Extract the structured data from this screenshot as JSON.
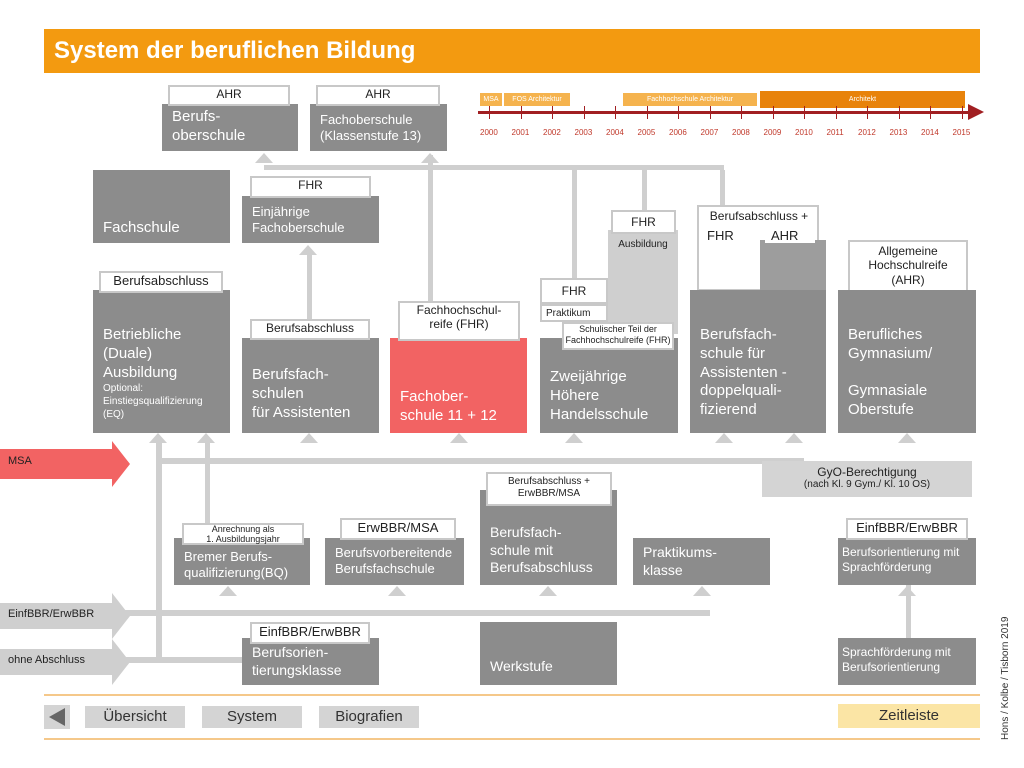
{
  "title": "System der beruflichen Bildung",
  "timeline": {
    "segments": [
      "MSA",
      "FOS Architektur",
      "Fachhochschule Architektur",
      "Architekt"
    ],
    "years": [
      "2000",
      "2001",
      "2002",
      "2003",
      "2004",
      "2005",
      "2006",
      "2007",
      "2008",
      "2009",
      "2010",
      "2011",
      "2012",
      "2013",
      "2014",
      "2015"
    ]
  },
  "boxes": {
    "berufsoberschule": "Berufs-\noberschule",
    "fachoberschule13": "Fachoberschule\n(Klassenstufe 13)",
    "fachschule": "Fachschule",
    "einjaehrige_fos": "Einjährige\nFachoberschule",
    "ausbildung": "Ausbildung",
    "praktikum": "Praktikum",
    "betriebliche_main": "Betriebliche\n(Duale)\nAusbildung",
    "betriebliche_sub": "Optional:\nEinstiegsqualifizierung\n(EQ)",
    "bfs_assistenten": "Berufsfach-\nschulen\nfür Assistenten",
    "fos1112": "Fachober-\nschule 11 + 12",
    "handelsschule": "Zweijährige\nHöhere\nHandelsschule",
    "bfs_doppel": "Berufsfach-\nschule für\nAssistenten -\ndoppelquali-\nfizierend",
    "gymnasium": "Berufliches\nGymnasium/\n\nGymnasiale\nOberstufe",
    "bremer": "Bremer Berufs-\nqualifizierung(BQ)",
    "berufsvorbereitende": "Berufsvorbereitende\nBerufsfachschule",
    "bfs_abschluss": "Berufsfach-\nschule mit\nBerufsabschluss",
    "praktikumsklasse": "Praktikums-\nklasse",
    "orientierung_sprach": "Berufsorientierung mit\nSprachförderung",
    "orientierungsklasse": "Berufsorien-\ntierungsklasse",
    "werkstufe": "Werkstufe",
    "sprach_orientierung": "Sprachförderung mit\nBerufsorientierung"
  },
  "labels": {
    "ahr1": "AHR",
    "ahr2": "AHR",
    "fhr_einj": "FHR",
    "fhr_ausb": "FHR",
    "fhr_prak": "FHR",
    "ba_fhr_ahr_top": "Berufsabschluss +",
    "ba_fhr": "FHR",
    "ba_ahr": "AHR",
    "allg_hsr": "Allgemeine\nHochschulreife\n(AHR)",
    "berufsabschluss1": "Berufsabschluss",
    "berufsabschluss2": "Berufsabschluss",
    "fachhochschulreife": "Fachhochschul-\nreife (FHR)",
    "schulischer_teil": "Schulischer Teil der\nFachhochschulreife (FHR)",
    "gyo_title": "GyO-Berechtigung",
    "gyo_sub": "(nach Kl. 9 Gym./  Kl. 10 OS)",
    "ba_erw": "Berufsabschluss +\nErwBBR/MSA",
    "anrechnung": "Anrechnung als\n1. Ausbildungsjahr",
    "erwbbr_msa": "ErwBBR/MSA",
    "einf_erw_right": "EinfBBR/ErwBBR",
    "einf_erw_mid": "EinfBBR/ErwBBR"
  },
  "entries": {
    "msa": "MSA",
    "einf": "EinfBBR/ErwBBR",
    "ohne": "ohne Abschluss"
  },
  "nav": {
    "uebersicht": "Übersicht",
    "system": "System",
    "biografien": "Biografien",
    "zeitleiste": "Zeitleiste"
  },
  "credit": "Hons / Kolbe / Tisborn 2019",
  "colors": {
    "accent": "#f39a10",
    "highlight": "#f26363",
    "box": "#8c8c8c"
  }
}
